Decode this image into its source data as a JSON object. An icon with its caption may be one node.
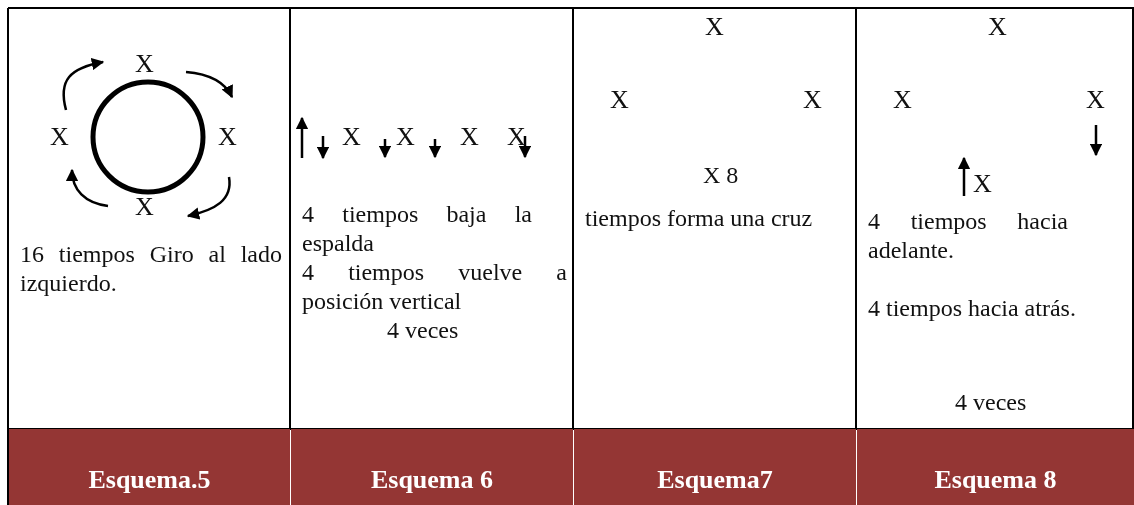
{
  "diagram": {
    "labels": [
      "X",
      "X",
      "X",
      "X",
      "16 tiempos Giro al lado izquierdo.",
      "X",
      "X",
      "X",
      "X",
      "4 tiempos baja la espalda",
      "4 tiempos vuelve a posición vertical",
      "4 veces",
      "X",
      "X",
      "X",
      "X 8",
      "tiempos forma una cruz",
      "X",
      "X",
      "X",
      "X",
      "4 tiempos hacia adelante.",
      "4 tiempos hacia atrás.",
      "4 veces",
      "Esquema.5",
      "Esquema 6",
      "Esquema7",
      "Esquema 8"
    ]
  }
}
